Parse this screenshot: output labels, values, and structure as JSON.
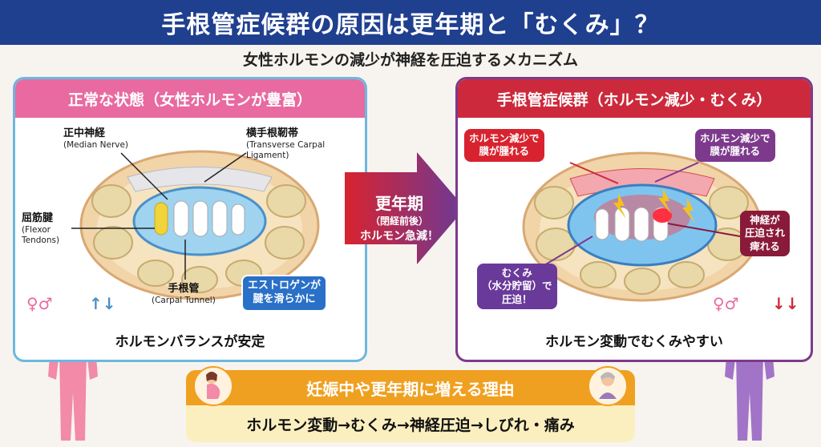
{
  "title": "手根管症候群の原因は更年期と「むくみ」？",
  "subtitle": "女性ホルモンの減少が神経を圧迫するメカニズム",
  "left_panel": {
    "heading": "正常な状態（女性ホルモンが豊富）",
    "median_nerve_ja": "正中神経",
    "median_nerve_en": "(Median Nerve)",
    "ligament_ja": "横手根靭帯",
    "ligament_en_1": "(Transverse Carpal",
    "ligament_en_2": "Ligament)",
    "tendons_ja": "屈筋腱",
    "tendons_en_1": "(Flexor",
    "tendons_en_2": "Tendons)",
    "tunnel_ja": "手根管",
    "tunnel_en": "(Carpal Tunnel)",
    "estrogen_line1": "エストロゲンが",
    "estrogen_line2": "腱を滑らかに",
    "gender_symbol": "♀♂",
    "arrows_symbol": "↑↓",
    "footer": "ホルモンバランスが安定"
  },
  "arrow": {
    "line1": "更年期",
    "line2": "（閉経前後）",
    "line3": "ホルモン急減！"
  },
  "right_panel": {
    "heading": "手根管症候群（ホルモン減少・むくみ）",
    "callout_left_1": "ホルモン減少で",
    "callout_left_2": "膜が腫れる",
    "callout_right_1": "ホルモン減少で",
    "callout_right_2": "膜が腫れる",
    "nerve_1": "神経が",
    "nerve_2": "圧迫され",
    "nerve_3": "痺れる",
    "swelling_1": "むくみ",
    "swelling_2": "（水分貯留）で",
    "swelling_3": "圧迫！",
    "gender_symbol": "♀♂",
    "arrows_symbol": "↓↓",
    "footer": "ホルモン変動でむくみやすい"
  },
  "bottom": {
    "heading": "妊娠中や更年期に増える理由",
    "chain": "ホルモン変動→むくみ→神経圧迫→しびれ・痛み"
  },
  "colors": {
    "title_bg": "#1f3f8f",
    "left_accent": "#e86aa0",
    "left_border": "#6cb8e0",
    "right_accent": "#cc2a3c",
    "right_border": "#7d3a8c",
    "bottom_accent": "#f0a020"
  }
}
